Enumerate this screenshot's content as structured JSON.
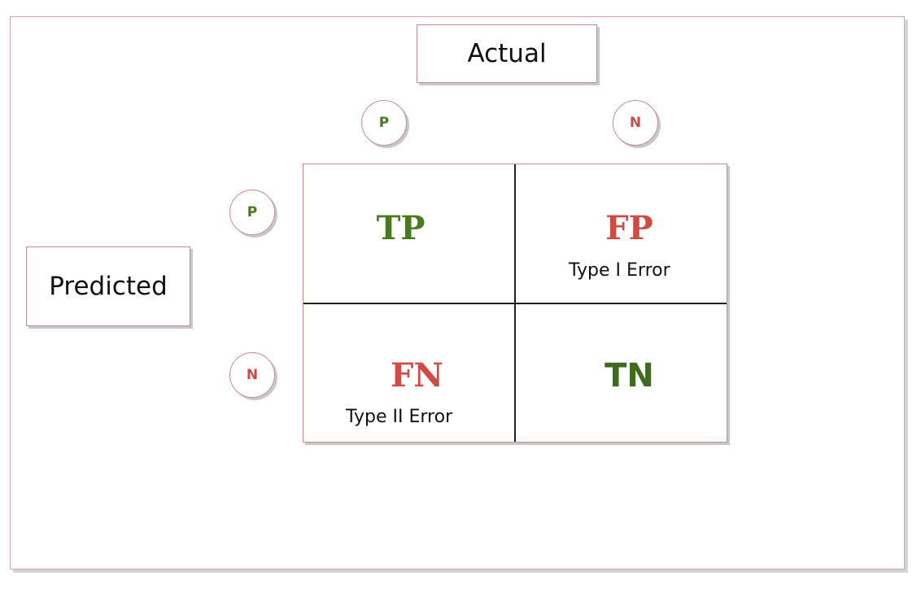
{
  "labels": {
    "actual": "Actual",
    "predicted": "Predicted"
  },
  "circles": {
    "actual_positive": "P",
    "actual_negative": "N",
    "predicted_positive": "P",
    "predicted_negative": "N"
  },
  "cells": {
    "tp": {
      "abbr": "TP"
    },
    "fp": {
      "abbr": "FP",
      "note": "Type I Error"
    },
    "fn": {
      "abbr": "FN",
      "note": "Type II Error"
    },
    "tn": {
      "abbr": "TN"
    }
  },
  "colors": {
    "positive": "#4a7a1e",
    "negative": "#c94a44",
    "border": "#c98a8a",
    "shadow": "#c8c8c8"
  }
}
